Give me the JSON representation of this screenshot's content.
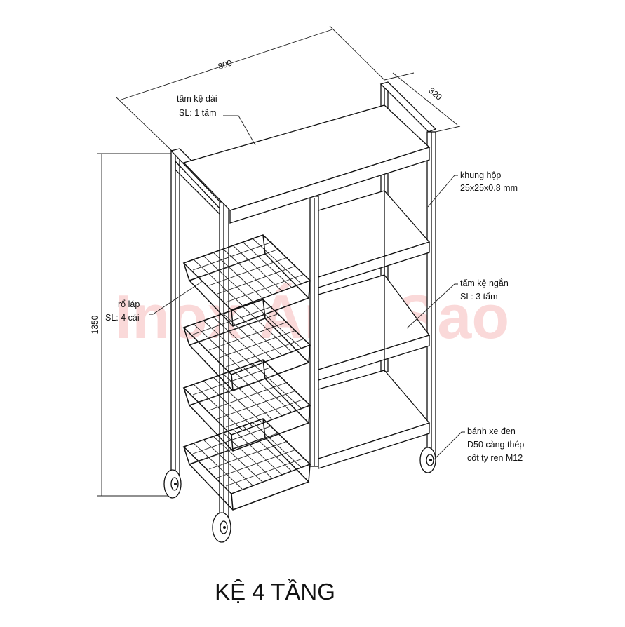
{
  "title": "KỆ 4 TẦNG",
  "watermark": "Inox Ánh Sao",
  "dimensions": {
    "width": "800",
    "depth": "320",
    "height": "1350"
  },
  "callouts": {
    "top_shelf": {
      "line1": "tấm kệ dài",
      "line2": "SL: 1 tấm"
    },
    "frame": {
      "line1": "khung hộp",
      "line2": "25x25x0.8 mm"
    },
    "short_shelf": {
      "line1": "tấm kệ ngắn",
      "line2": "SL: 3 tấm"
    },
    "basket": {
      "line1": "rổ láp",
      "line2": "SL: 4 cái"
    },
    "wheel": {
      "line1": "bánh xe đen",
      "line2": "D50 càng thép",
      "line3": "cốt ty ren M12"
    }
  },
  "colors": {
    "line": "#111111",
    "watermark": "#f08a8a"
  }
}
